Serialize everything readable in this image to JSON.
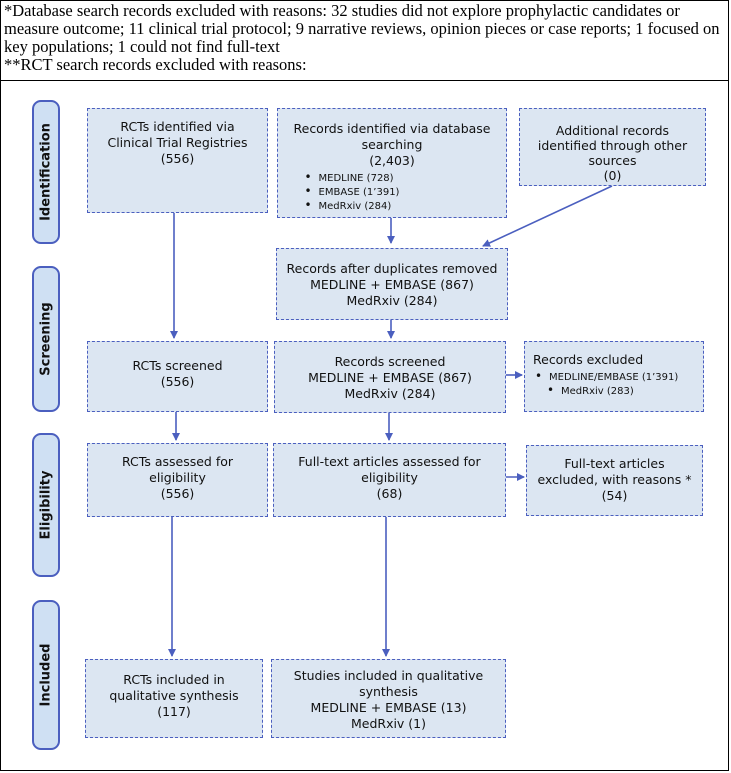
{
  "notes": {
    "line1": "*Database search records excluded with reasons: 32 studies did not explore prophylactic candidates or measure outcome; 11 clinical trial protocol; 9 narrative reviews, opinion pieces or case reports; 1 focused on key populations; 1 could not find full-text",
    "line2": "**RCT search records excluded with reasons:"
  },
  "stages": [
    "Identification",
    "Screening",
    "Eligibility",
    "Included"
  ],
  "boxes": {
    "rct_identified": {
      "lines": [
        "RCTs identified via",
        "Clinical Trial Registries",
        "(556)"
      ]
    },
    "db_identified": {
      "lines": [
        "Records identified via database",
        "searching",
        "(2,403)"
      ],
      "items": [
        "MEDLINE (728)",
        "EMBASE (1’391)",
        "MedRxiv (284)"
      ]
    },
    "additional": {
      "lines": [
        "Additional records",
        "identified through other",
        "sources",
        "(0)"
      ]
    },
    "duplicates_removed": {
      "lines": [
        "Records after duplicates removed",
        "MEDLINE + EMBASE (867)",
        "MedRxiv (284)"
      ]
    },
    "rct_screened": {
      "lines": [
        "RCTs screened",
        "(556)"
      ]
    },
    "records_screened": {
      "lines": [
        "Records screened",
        "MEDLINE + EMBASE (867)",
        "MedRxiv (284)"
      ]
    },
    "records_excluded": {
      "lines": [
        "Records excluded"
      ],
      "items": [
        "MEDLINE/EMBASE (1’391)",
        "MedRxiv (283)"
      ]
    },
    "rct_eligibility": {
      "lines": [
        "RCTs assessed for",
        "eligibility",
        "(556)"
      ]
    },
    "fulltext_assessed": {
      "lines": [
        "Full-text articles assessed for",
        "eligibility",
        "(68)"
      ]
    },
    "fulltext_excluded": {
      "lines": [
        "Full-text articles",
        "excluded, with reasons *",
        "(54)"
      ]
    },
    "rct_included": {
      "lines": [
        "RCTs included in",
        "qualitative synthesis",
        "(117)"
      ]
    },
    "studies_included": {
      "lines": [
        "Studies included in qualitative",
        "synthesis",
        "MEDLINE + EMBASE (13)",
        "MedRxiv (1)"
      ]
    }
  },
  "colors": {
    "stage_fill": "#cfe0f3",
    "box_fill": "#dce6f2",
    "border": "#4b5fbf",
    "arrow": "#4b5fbf"
  }
}
